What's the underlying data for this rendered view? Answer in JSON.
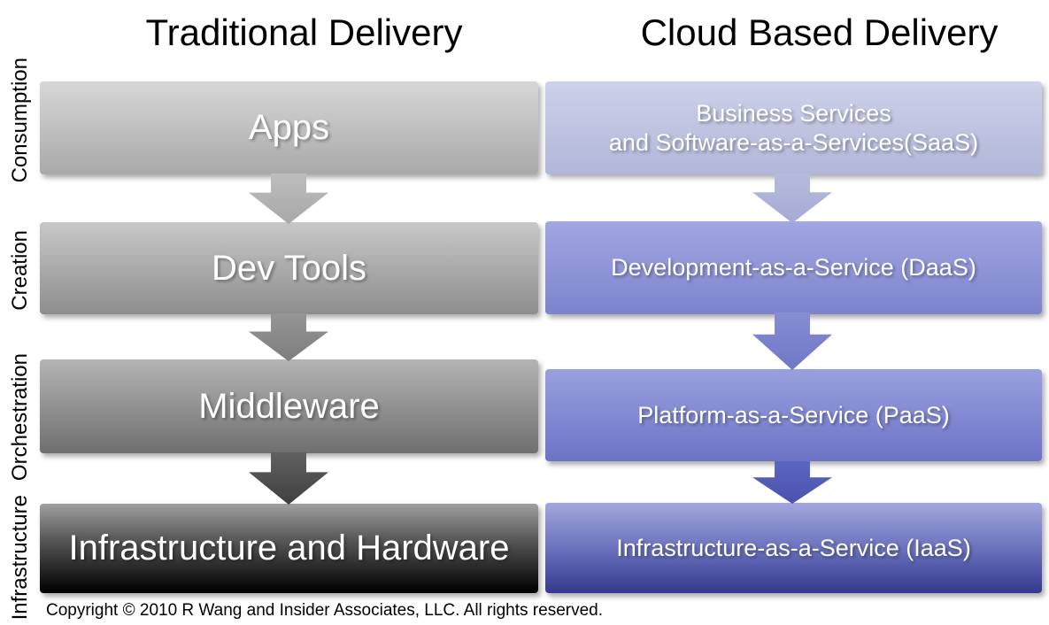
{
  "titles": {
    "left": "Traditional Delivery",
    "right": "Cloud Based Delivery"
  },
  "row_labels": [
    {
      "label": "Consumption"
    },
    {
      "label": "Creation"
    },
    {
      "label": "Orchestration"
    },
    {
      "label": "Infrastructure"
    }
  ],
  "left_column": {
    "boxes": [
      {
        "label": "Apps",
        "fill": [
          "#d7d7d7",
          "#a9a9a9"
        ]
      },
      {
        "label": "Dev Tools",
        "fill": [
          "#c8c8c8",
          "#8d8d8d"
        ]
      },
      {
        "label": "Middleware",
        "fill": [
          "#b4b4b4",
          "#6f6f6f"
        ]
      },
      {
        "label": "Infrastructure and Hardware",
        "fill": [
          "#a0a0a0 0%",
          "#585858 40%",
          "#1c1c1c 80%",
          "#000000 100%"
        ]
      }
    ],
    "arrows": [
      {
        "fill": [
          "#bdbdbd",
          "#a8a8a8"
        ]
      },
      {
        "fill": [
          "#959595",
          "#7d7d7d"
        ]
      },
      {
        "fill": [
          "#616161",
          "#3f3f3f"
        ]
      }
    ]
  },
  "right_column": {
    "boxes": [
      {
        "label": "Business Services\nand Software-as-a-Services(SaaS)",
        "fill": [
          "#cdd1ea",
          "#b2b6d8"
        ]
      },
      {
        "label": "Development-as-a-Service (DaaS)",
        "fill": [
          "#a2a7e1",
          "#7d83cc"
        ]
      },
      {
        "label": "Platform-as-a-Service (PaaS)",
        "fill": [
          "#99a0df",
          "#6c73c6"
        ]
      },
      {
        "label": "Infrastructure-as-a-Service (IaaS)",
        "fill": [
          "#a2a7dc 0%",
          "#6b72bd 50%",
          "#333a8e 100%"
        ]
      }
    ],
    "arrows": [
      {
        "fill": [
          "#b6badd",
          "#a6abd4"
        ]
      },
      {
        "fill": [
          "#868dd3",
          "#7077c6"
        ]
      },
      {
        "fill": [
          "#5b66c0",
          "#4a52ae"
        ]
      }
    ]
  },
  "footer": {
    "copyright": "Copyright © 2010 R Wang and Insider Associates, LLC. All rights reserved."
  },
  "colors": {
    "background": "#ffffff",
    "title_text": "#000000",
    "box_text": "#ffffff",
    "traditional_accent": "#8d8d8d",
    "cloud_accent": "#7d83cc"
  }
}
